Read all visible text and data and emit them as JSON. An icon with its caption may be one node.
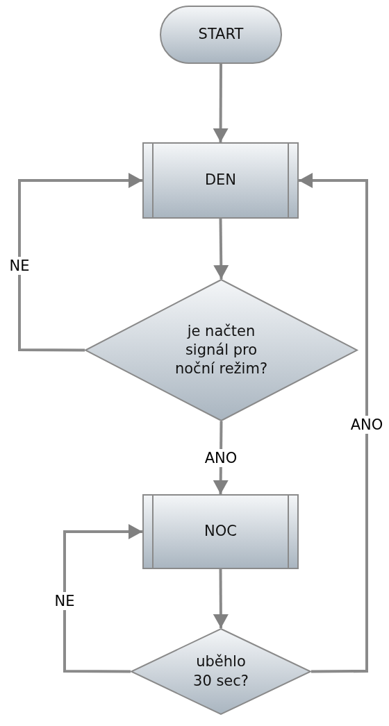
{
  "diagram": {
    "nodes": [
      {
        "text": [
          "START"
        ]
      },
      {
        "text": [
          "DEN"
        ]
      },
      {
        "text": [
          "je načten signál pro noční režim?"
        ]
      },
      {
        "text": [
          "NOC"
        ]
      },
      {
        "text": [
          "uběhlo 30 sec?"
        ]
      }
    ],
    "edges": [
      {
        "from": 0,
        "to": 1,
        "arrow": "to"
      },
      {
        "from": 1,
        "to": 2,
        "arrow": "to"
      },
      {
        "from": 2,
        "to": 1,
        "arrow": "to",
        "label": "NE"
      },
      {
        "from": 2,
        "to": 3,
        "arrow": "to",
        "label": "ANO"
      },
      {
        "from": 3,
        "to": 4,
        "arrow": "to"
      },
      {
        "from": 4,
        "to": 3,
        "arrow": "to",
        "label": "NE"
      },
      {
        "from": 4,
        "to": 1,
        "arrow": "to",
        "label": "ANO"
      }
    ]
  }
}
